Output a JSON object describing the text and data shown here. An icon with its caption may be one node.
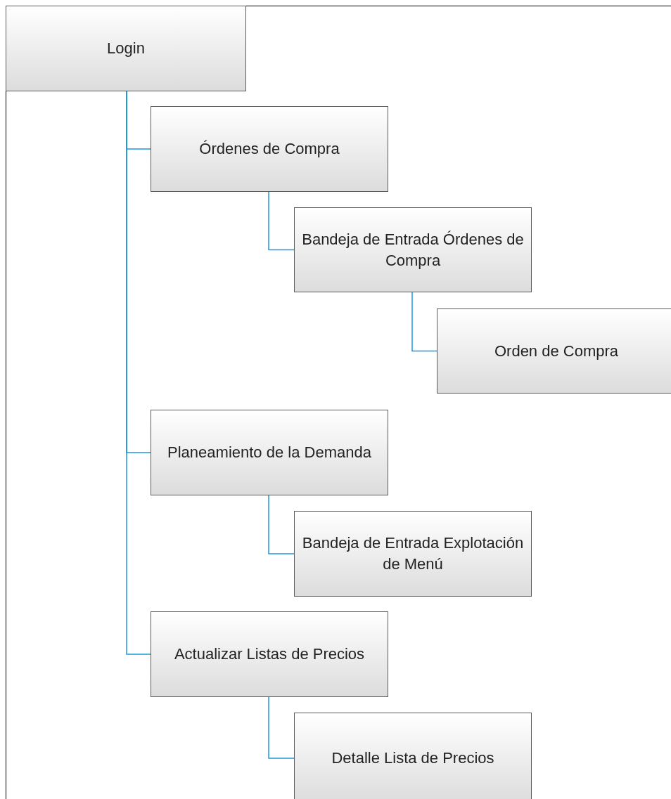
{
  "diagram": {
    "nodes": [
      {
        "text": [
          "Login"
        ]
      },
      {
        "text": [
          "Órdenes de Compra"
        ]
      },
      {
        "text": [
          "Bandeja de Entrada Órdenes de Compra"
        ]
      },
      {
        "text": [
          "Orden de Compra"
        ]
      },
      {
        "text": [
          "Planeamiento de la Demanda"
        ]
      },
      {
        "text": [
          "Bandeja de Entrada Explotación de Menú"
        ]
      },
      {
        "text": [
          "Actualizar Listas de Precios"
        ]
      },
      {
        "text": [
          "Detalle Lista de Precios"
        ]
      }
    ],
    "edges": [
      {
        "from": 0,
        "to": 1,
        "arrow": "none"
      },
      {
        "from": 1,
        "to": 2,
        "arrow": "none"
      },
      {
        "from": 2,
        "to": 3,
        "arrow": "none"
      },
      {
        "from": 0,
        "to": 4,
        "arrow": "none"
      },
      {
        "from": 4,
        "to": 5,
        "arrow": "none"
      },
      {
        "from": 0,
        "to": 6,
        "arrow": "none"
      },
      {
        "from": 6,
        "to": 7,
        "arrow": "none"
      }
    ]
  }
}
